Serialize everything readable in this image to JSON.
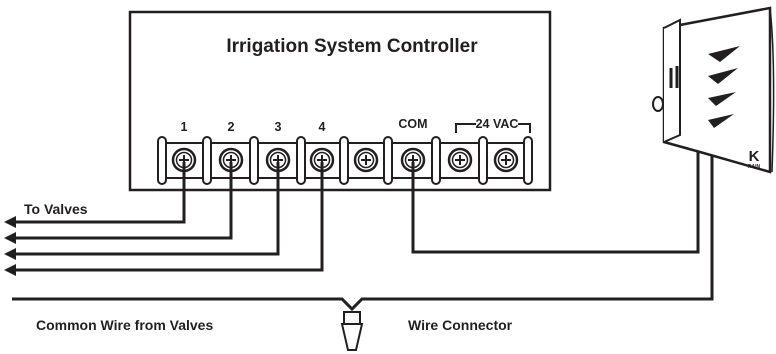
{
  "controller": {
    "title": "Irrigation System Controller",
    "terminals": [
      "1",
      "2",
      "3",
      "4",
      "",
      "COM",
      "",
      ""
    ],
    "power_label": "24 VAC"
  },
  "labels": {
    "to_valves": "To Valves",
    "common_wire": "Common Wire from Valves",
    "wire_connector": "Wire Connector"
  },
  "transformer": {
    "brand_letter": "K",
    "brand_word": "RAIN"
  },
  "colors": {
    "ink": "#231f20",
    "background": "#ffffff"
  }
}
